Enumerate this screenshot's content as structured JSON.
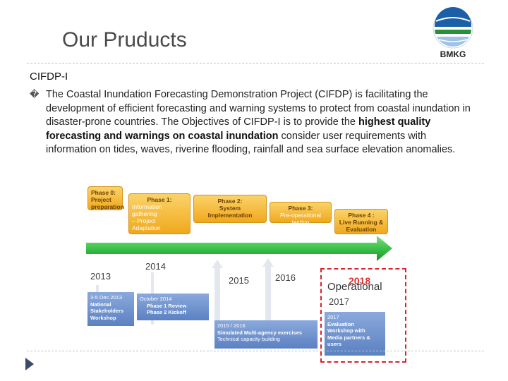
{
  "header": {
    "title": "Our Pruducts",
    "logo_text": "BMKG"
  },
  "section": {
    "subtitle": "CIFDP-I",
    "bullet": "�",
    "para_pre": "The Coastal Inundation Forecasting Demonstration Project (CIFDP) is facilitating the development of efficient forecasting and warning systems to protect from coastal inundation in disaster-prone countries. The Objectives of CIFDP-I is to provide the ",
    "para_bold": "highest quality forecasting and warnings on coastal inundation",
    "para_post": " consider user requirements with information on tides, waves, riverine flooding, rainfall and sea surface elevation anomalies."
  },
  "timeline": {
    "phases": [
      {
        "title": "Phase 0:",
        "lines": [
          "Project",
          "preparation"
        ]
      },
      {
        "title": "Phase 1:",
        "lines": [
          "Information",
          "gathering",
          "– Project",
          "Adaptation"
        ]
      },
      {
        "title": "Phase 2:",
        "lines": [
          "System",
          "Implementation"
        ]
      },
      {
        "title": "Phase 3:",
        "lines": [
          "Pre-operational testing"
        ]
      },
      {
        "title": "Phase 4 :",
        "lines": [
          "Live Running &",
          "Evaluation"
        ]
      }
    ],
    "years": [
      "2013",
      "2014",
      "2015",
      "2016",
      "2017",
      "2018"
    ],
    "operational_label": "Operational",
    "events": [
      {
        "lines": [
          "3-5 Dec.2013",
          "National",
          "Stakeholders",
          "Workshop"
        ]
      },
      {
        "lines": [
          "October 2014",
          "Phase 1 Review",
          "Phase 2 Kickoff"
        ]
      },
      {
        "lines": [
          "2015 / 2016",
          "Simulated Multi-agency exercises",
          "Technical capacity building"
        ]
      },
      {
        "lines": [
          "2017",
          "Evaluation",
          "Workshop with",
          "Media partners &",
          "users"
        ]
      }
    ]
  },
  "colors": {
    "phase": "#f4b73a",
    "arrow": "#3cc24a",
    "event": "#6f90cf",
    "highlight": "#d9232d",
    "year2018": "#e0302e"
  }
}
